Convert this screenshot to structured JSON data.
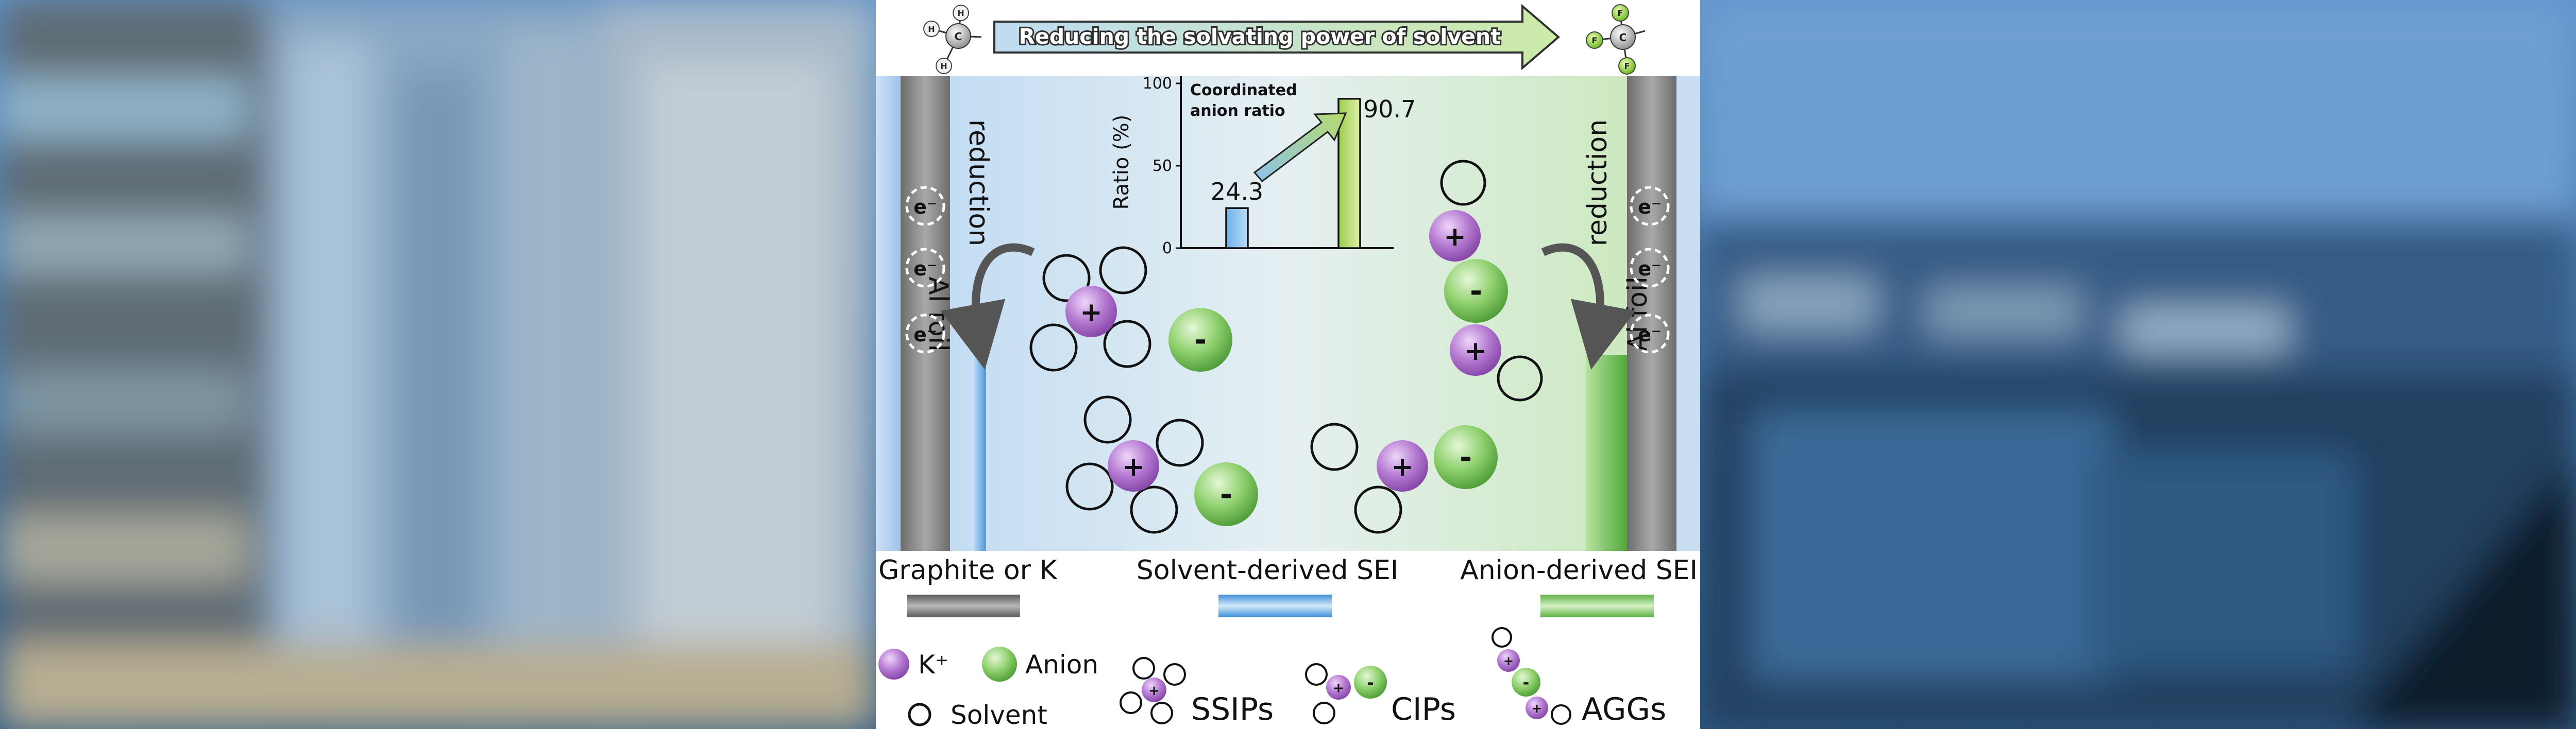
{
  "banner": {
    "title": "Reducing the solvating power of solvent"
  },
  "electrode_left": {
    "foil_label": "Al foil",
    "reaction_label": "reduction"
  },
  "electrode_right": {
    "foil_label": "Al foil",
    "reaction_label": "reduction"
  },
  "electron_label": "e⁻",
  "charges": {
    "cation": "+",
    "anion": "-"
  },
  "inset_chart": {
    "chart_data": {
      "type": "bar",
      "annotation": "Coordinated anion ratio",
      "ylabel": "Ratio (%)",
      "ylim": [
        0,
        100
      ],
      "yticks": [
        "0",
        "50",
        "100"
      ],
      "values": [
        24.3,
        90.7
      ],
      "value_labels": [
        "24.3",
        "90.7"
      ],
      "bar_colors": [
        "#8ec5ee",
        "#b9dc6a"
      ]
    }
  },
  "sei_legend": {
    "items": [
      {
        "label": "Graphite or K",
        "color": "#8a8a8a"
      },
      {
        "label": "Solvent-derived SEI",
        "color": "#7fb4e8"
      },
      {
        "label": "Anion-derived SEI",
        "color": "#7cc45c"
      }
    ]
  },
  "species_legend": {
    "cation": "K⁺",
    "anion": "Anion",
    "solvent": "Solvent",
    "clusters": [
      "SSIPs",
      "CIPs",
      "AGGs"
    ]
  },
  "molecule_atoms": {
    "carbon": "C",
    "hydrogen": "H",
    "fluorine": "F"
  },
  "colors": {
    "cation_purple": "#a56fc4",
    "anion_green": "#7cc45c",
    "banner_fill": "#c9e3f3",
    "arrow_gray": "#555555"
  }
}
